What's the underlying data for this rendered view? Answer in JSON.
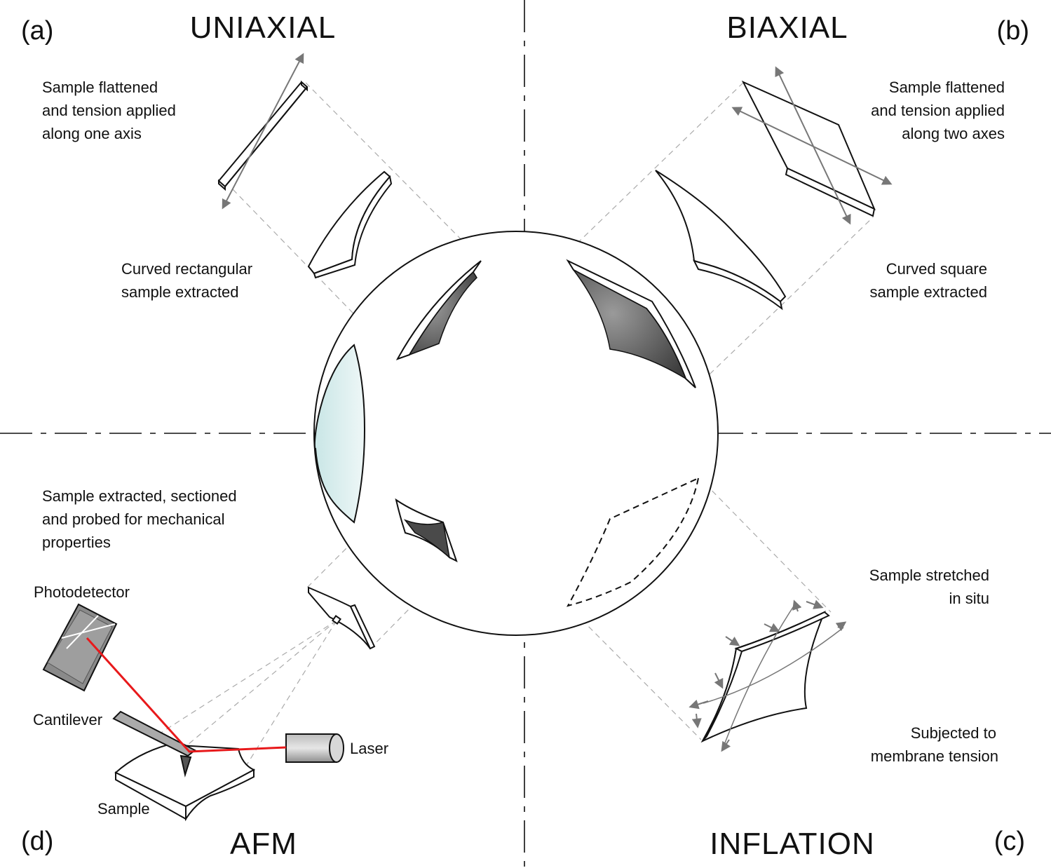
{
  "panels": {
    "a": {
      "letter": "(a)",
      "title": "UNIAXIAL",
      "desc": [
        "Sample flattened",
        "and tension applied",
        "along one axis"
      ],
      "step": [
        "Curved rectangular",
        "sample extracted"
      ]
    },
    "b": {
      "letter": "(b)",
      "title": "BIAXIAL",
      "desc": [
        "Sample flattened",
        "and tension applied",
        "along two axes"
      ],
      "step": [
        "Curved square",
        "sample extracted"
      ]
    },
    "c": {
      "letter": "(c)",
      "title": "INFLATION",
      "desc": [
        "Sample stretched",
        "in situ"
      ],
      "step": [
        "Subjected to",
        "membrane tension"
      ]
    },
    "d": {
      "letter": "(d)",
      "title": "AFM",
      "desc": [
        "Sample extracted, sectioned",
        "and probed for mechanical",
        "properties"
      ]
    }
  },
  "afm_parts": {
    "photodetector": "Photodetector",
    "cantilever": "Cantilever",
    "laser": "Laser",
    "sample": "Sample"
  },
  "colors": {
    "line": "#111111",
    "dashed_guide": "#aaaaaa",
    "arrow": "#777777",
    "laser_beam": "#e8191b",
    "cornea": "#d7ecec",
    "cut_shadow": "#555555"
  }
}
